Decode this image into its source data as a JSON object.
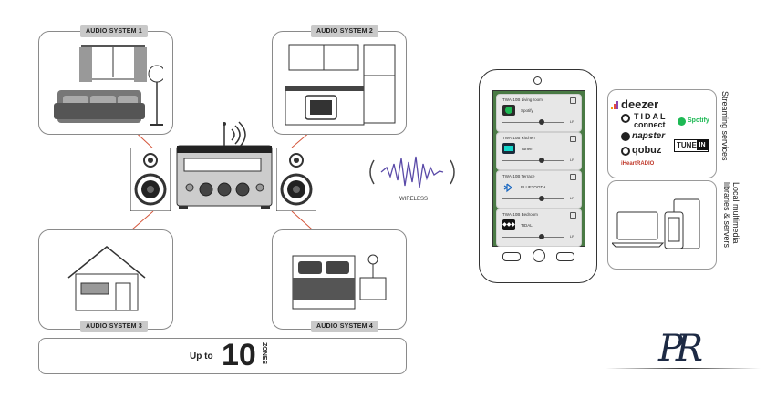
{
  "rooms": [
    {
      "label": "AUDIO SYSTEM 1",
      "icon": "living-room-icon"
    },
    {
      "label": "AUDIO SYSTEM 2",
      "icon": "kitchen-icon"
    },
    {
      "label": "AUDIO SYSTEM 3",
      "icon": "house-icon"
    },
    {
      "label": "AUDIO SYSTEM 4",
      "icon": "bedroom-icon"
    }
  ],
  "wireless_label": "WIRELESS",
  "zones_bar": {
    "prefix": "Up to",
    "number": "10",
    "suffix": "ZONES"
  },
  "phone": {
    "zones": [
      {
        "title": "TWA-10B Living room",
        "source": "Spotify",
        "lr": "LR",
        "icon": "spotify-icon",
        "icon_color": "#1db954"
      },
      {
        "title": "TWA-10B Kitchen",
        "source": "TuneIn",
        "lr": "LR",
        "icon": "tunein-icon",
        "icon_color": "#14d8cc"
      },
      {
        "title": "TWA-10B Terrace",
        "source": "BLUETOOTH",
        "lr": "LR",
        "icon": "bluetooth-icon",
        "icon_color": "#1565c0"
      },
      {
        "title": "TWA-10B Bedroom",
        "source": "TIDAL",
        "lr": "LR",
        "icon": "tidal-icon",
        "icon_color": "#000000"
      }
    ],
    "screen_color": "#4a7a45"
  },
  "streaming": {
    "title": "Streaming services",
    "services": [
      "deezer",
      "TIDAL",
      "connect",
      "Spotify",
      "napster",
      "TUNE",
      "IN",
      "qobuz",
      "iHeartRADIO"
    ]
  },
  "local": {
    "title_line1": "Local multimedia",
    "title_line2": "libraries & servers"
  },
  "logo": {
    "text": "PR"
  },
  "colors": {
    "arrow": "#d4553a",
    "border": "#8a8a8a",
    "label_bg": "#c9c9c9"
  }
}
